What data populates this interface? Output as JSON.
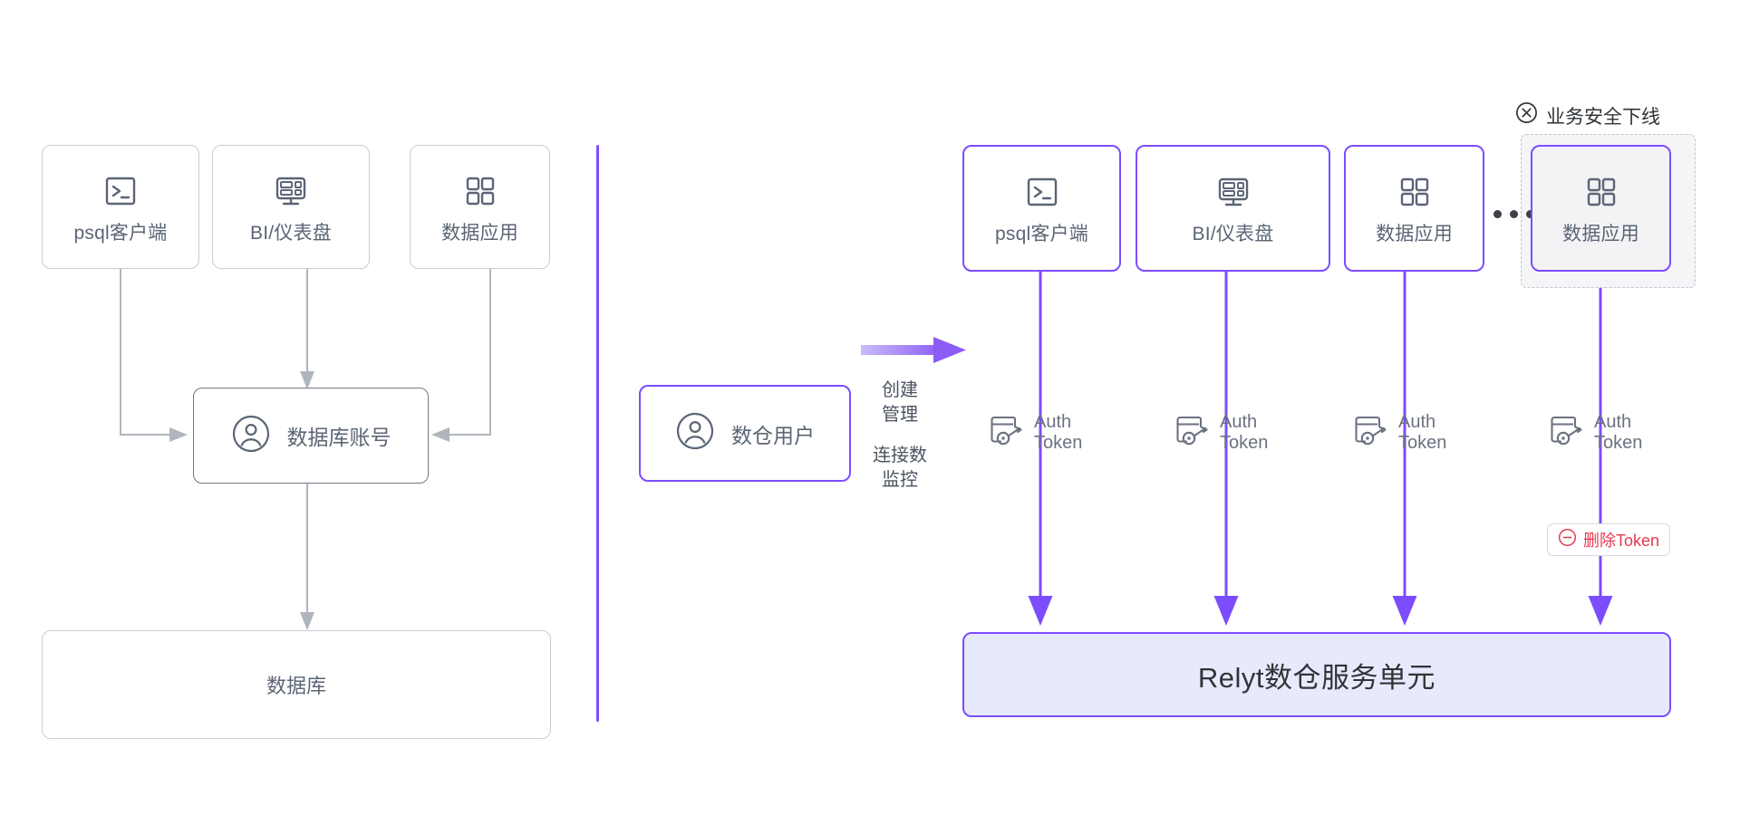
{
  "diagram": {
    "title": "Relyt 数仓用户与 Auth Token 架构对比图",
    "colors": {
      "purple": "#7c4dff",
      "grey_border": "#c8ccd4",
      "text_grey": "#5b6575",
      "relyt_fill": "#e7eafc",
      "danger_red": "#e8384f",
      "dashed_fill": "#f5f5f7"
    }
  },
  "left_panel": {
    "clients": [
      {
        "label": "psql客户端",
        "icon": "terminal-icon"
      },
      {
        "label": "BI/仪表盘",
        "icon": "dashboard-icon"
      },
      {
        "label": "数据应用",
        "icon": "grid-apps-icon"
      }
    ],
    "account_box": {
      "label": "数据库账号",
      "icon": "user-circle-icon"
    },
    "database_box": {
      "label": "数据库"
    }
  },
  "middle": {
    "user_box": {
      "label": "数仓用户",
      "icon": "user-circle-icon"
    },
    "arrow_labels": [
      "创建",
      "管理",
      "连接数",
      "监控"
    ],
    "arrow_label_top": "创建\n管理",
    "arrow_label_bottom": "连接数\n监控"
  },
  "right_panel": {
    "clients": [
      {
        "label": "psql客户端",
        "icon": "terminal-icon",
        "highlighted": false
      },
      {
        "label": "BI/仪表盘",
        "icon": "dashboard-icon",
        "highlighted": false
      },
      {
        "label": "数据应用",
        "icon": "grid-apps-icon",
        "highlighted": false
      },
      {
        "label": "数据应用",
        "icon": "grid-apps-icon",
        "highlighted": true
      }
    ],
    "ellipsis": "•••",
    "token_label_line1": "Auth",
    "token_label_line2": "Token",
    "token_icon": "token-key-icon",
    "offline_annotation": {
      "label": "业务安全下线",
      "icon": "circle-x-icon"
    },
    "delete_token_badge": {
      "label": "删除Token",
      "icon": "circle-minus-icon"
    },
    "service_unit": {
      "label": "Relyt数仓服务单元"
    }
  }
}
